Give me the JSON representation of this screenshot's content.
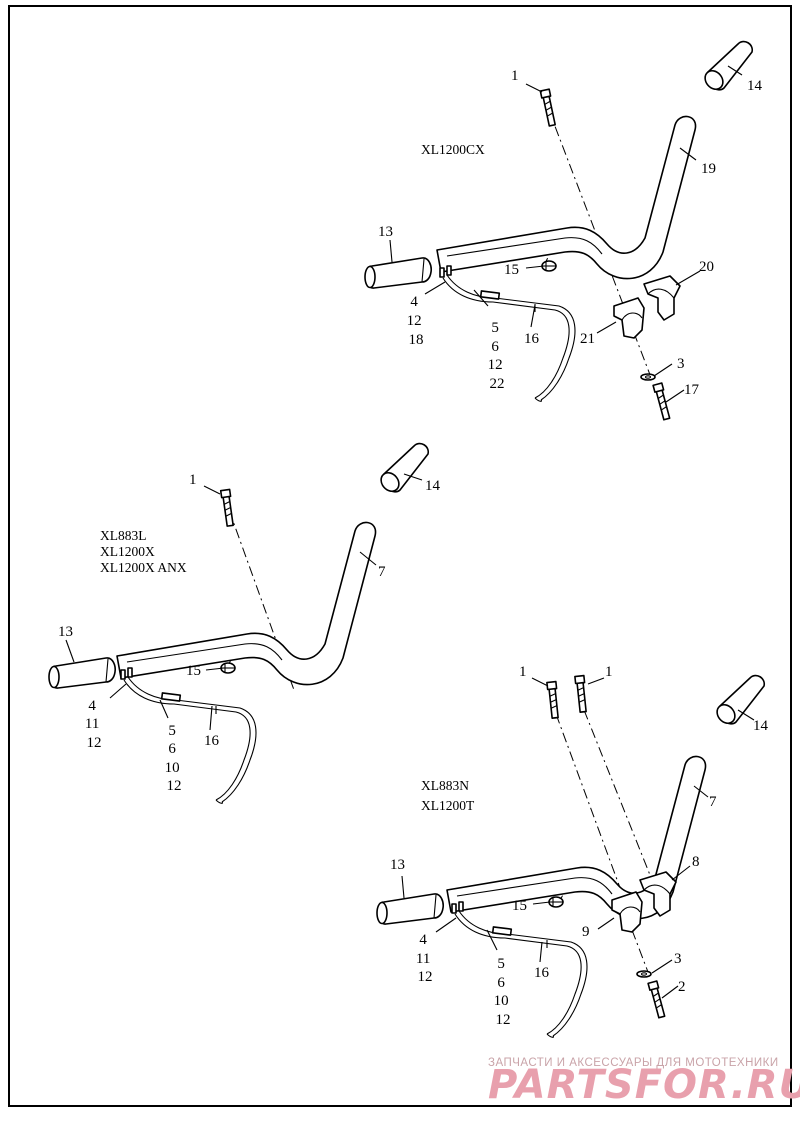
{
  "models": {
    "top": "XL1200CX",
    "middle": [
      "XL883L",
      "XL1200X",
      "XL1200X ANX"
    ],
    "bottom": [
      "XL883N",
      "XL1200T"
    ]
  },
  "callouts": {
    "top": {
      "c1": "1",
      "c14": "14",
      "c19": "19",
      "c13": "13",
      "c15": "15",
      "c20": "20",
      "c21": "21",
      "c3": "3",
      "c17": "17",
      "c16": "16",
      "g4": [
        "4",
        "12",
        "18"
      ],
      "g5": [
        "5",
        "6",
        "12",
        "22"
      ]
    },
    "middle": {
      "c1": "1",
      "c14": "14",
      "c7": "7",
      "c13": "13",
      "c15": "15",
      "c16": "16",
      "g4": [
        "4",
        "11",
        "12"
      ],
      "g5": [
        "5",
        "6",
        "10",
        "12"
      ]
    },
    "bottom": {
      "c1a": "1",
      "c1b": "1",
      "c14": "14",
      "c7": "7",
      "c13": "13",
      "c15": "15",
      "c8": "8",
      "c9": "9",
      "c3": "3",
      "c2": "2",
      "c16": "16",
      "g4": [
        "4",
        "11",
        "12"
      ],
      "g5": [
        "5",
        "6",
        "10",
        "12"
      ]
    }
  },
  "watermark": {
    "tagline": "ЗАПЧАСТИ И АКСЕССУАРЫ ДЛЯ МОТОТЕХНИКИ",
    "brand": "PARTSFOR.RU",
    "color": "#e8a0ad"
  }
}
